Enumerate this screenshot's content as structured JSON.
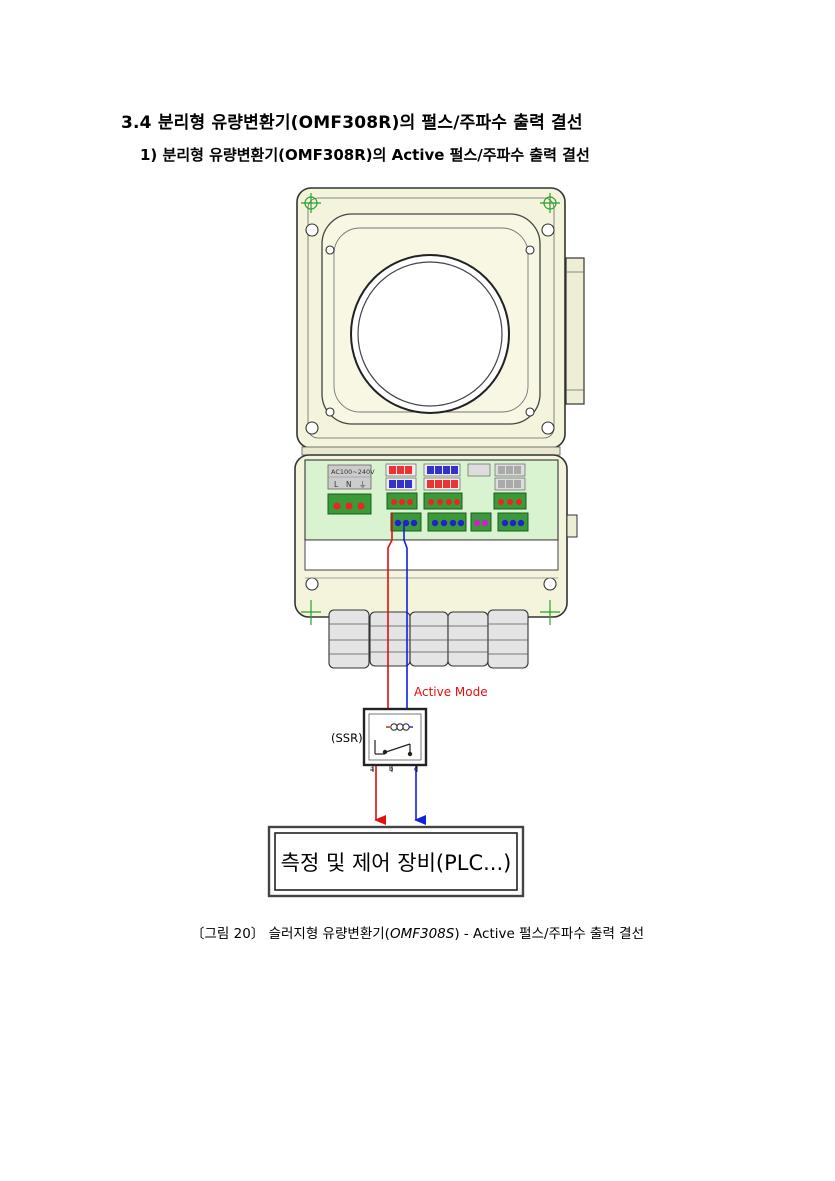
{
  "heading": "3.4 분리형 유량변환기(OMF308R)의 펄스/주파수 출력 결선",
  "subheading": "1) 분리형 유량변환기(OMF308R)의 Active 펄스/주파수 출력 결선",
  "diagram": {
    "power_label": "AC100~240V",
    "power_terminals": [
      "L",
      "N",
      "⏚"
    ],
    "mode_label": "Active Mode",
    "ssr_label": "(SSR)",
    "ssr_pins": [
      "a",
      "b",
      "c"
    ],
    "device_label": "측정 및 제어 장비(PLC...)",
    "colors": {
      "positive_wire": "#e01010",
      "negative_wire": "#1020e0",
      "mode_text": "#e01010",
      "board": "#d9f2cf",
      "housing": "#f4f4dc"
    }
  },
  "caption": {
    "prefix": "〔그림 20〕 슬러지형 유량변환기(",
    "model": "OMF308S",
    "suffix": ") - Active 펄스/주파수 출력 결선"
  }
}
